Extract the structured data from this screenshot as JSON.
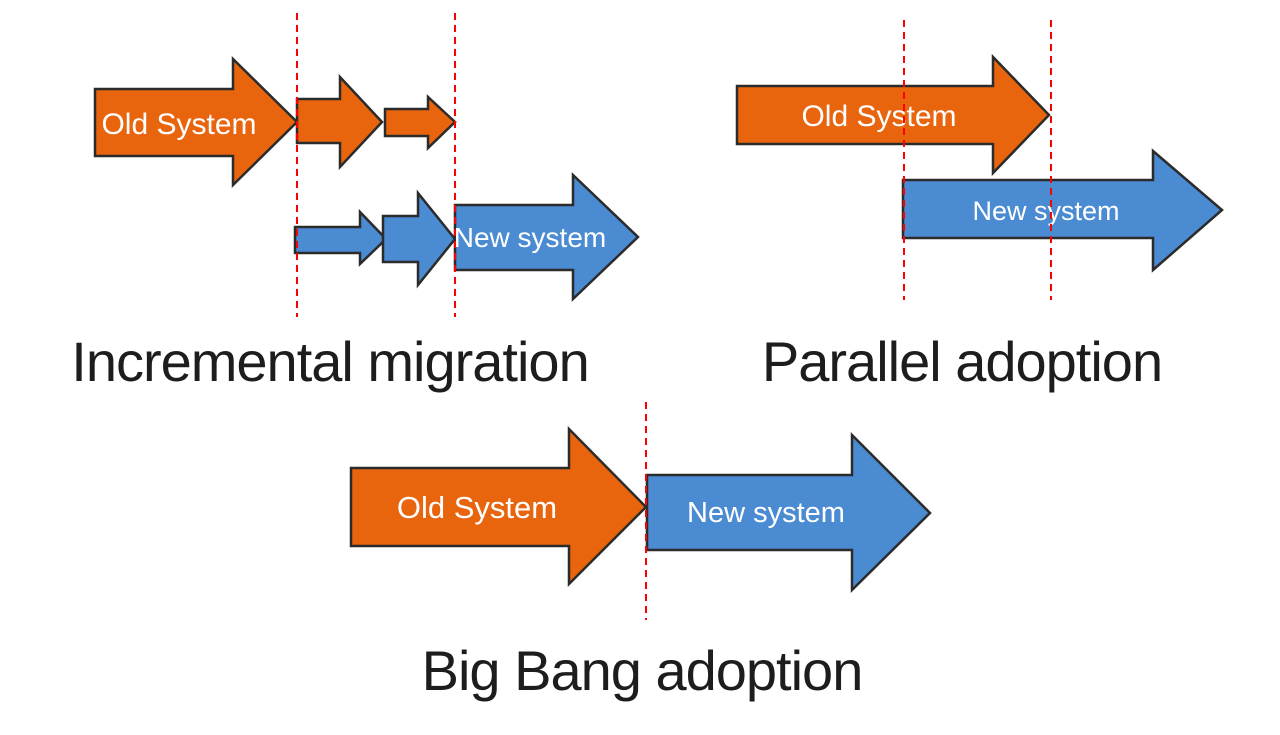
{
  "colors": {
    "old_system_fill": "#E8650E",
    "new_system_fill": "#4A8BD2",
    "arrow_outline": "#2b2b2b",
    "dashed_line": "#FF0000",
    "caption_text": "#1d1d1d",
    "label_text": "#ffffff",
    "background": "#ffffff"
  },
  "sections": {
    "incremental": {
      "caption": "Incremental migration",
      "old_label": "Old System",
      "new_label": "New system"
    },
    "parallel": {
      "caption": "Parallel adoption",
      "old_label": "Old System",
      "new_label": "New system"
    },
    "big_bang": {
      "caption": "Big Bang adoption",
      "old_label": "Old System",
      "new_label": "New system"
    }
  }
}
